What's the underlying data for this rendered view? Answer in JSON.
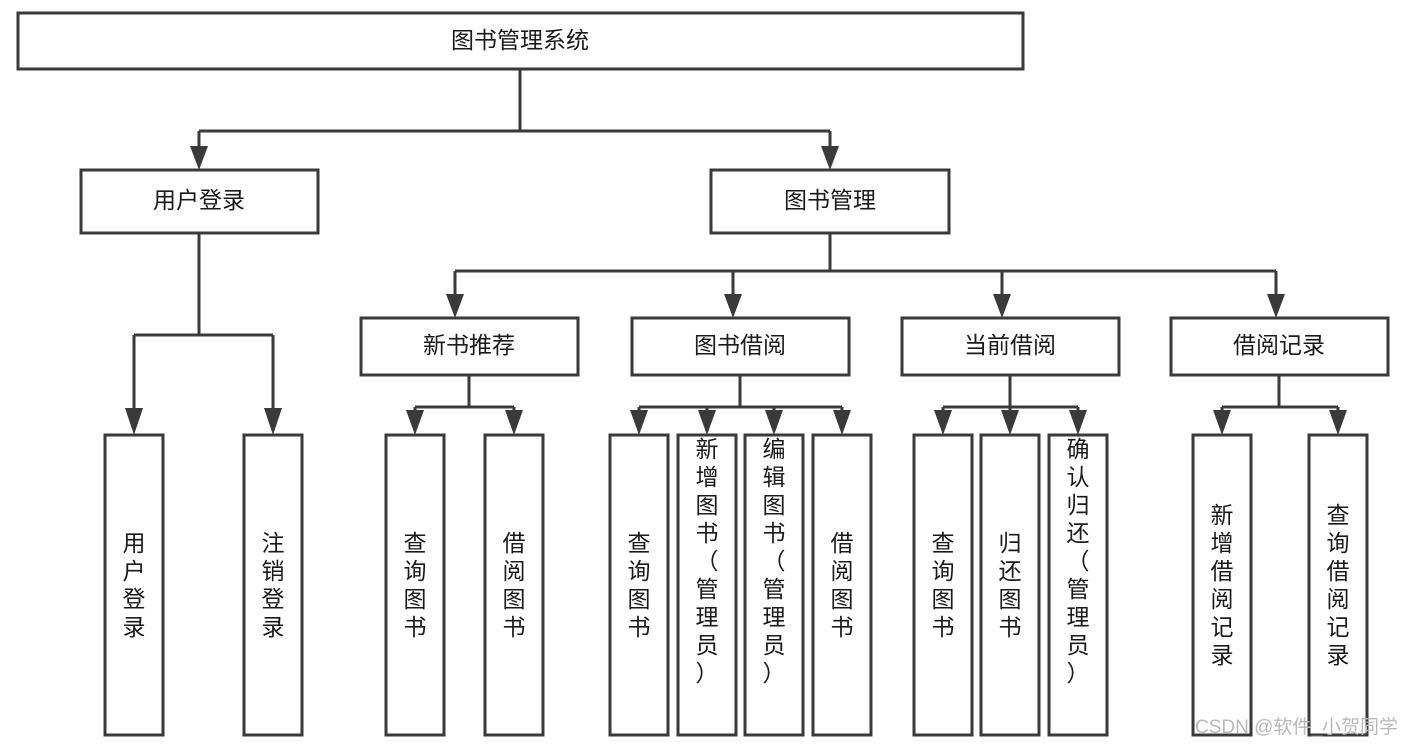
{
  "diagram": {
    "type": "tree-hierarchy-flowchart",
    "title_node": "图书管理系统",
    "orientation": "top-down",
    "stroke_color": "#3a3a3a",
    "fill_color": "#ffffff",
    "text_color": "#1a1a1a",
    "background_color": "#ffffff",
    "levels": [
      {
        "level": 1,
        "nodes": [
          {
            "id": "root",
            "label": "图书管理系统",
            "orientation": "horizontal"
          }
        ]
      },
      {
        "level": 2,
        "nodes": [
          {
            "id": "login",
            "label": "用户登录",
            "orientation": "horizontal",
            "parent": "root"
          },
          {
            "id": "bookmgmt",
            "label": "图书管理",
            "orientation": "horizontal",
            "parent": "root"
          }
        ]
      },
      {
        "level": 3,
        "nodes": [
          {
            "id": "newbook",
            "label": "新书推荐",
            "orientation": "horizontal",
            "parent": "bookmgmt"
          },
          {
            "id": "borrow",
            "label": "图书借阅",
            "orientation": "horizontal",
            "parent": "bookmgmt"
          },
          {
            "id": "current",
            "label": "当前借阅",
            "orientation": "horizontal",
            "parent": "bookmgmt"
          },
          {
            "id": "records",
            "label": "借阅记录",
            "orientation": "horizontal",
            "parent": "bookmgmt"
          }
        ]
      },
      {
        "level": 4,
        "nodes": [
          {
            "id": "leaf-login-1",
            "label": "用户登录",
            "orientation": "vertical",
            "parent": "login",
            "align": "middle"
          },
          {
            "id": "leaf-login-2",
            "label": "注销登录",
            "orientation": "vertical",
            "parent": "login",
            "align": "middle"
          },
          {
            "id": "leaf-new-1",
            "label": "查询图书",
            "orientation": "vertical",
            "parent": "newbook",
            "align": "middle"
          },
          {
            "id": "leaf-new-2",
            "label": "借阅图书",
            "orientation": "vertical",
            "parent": "newbook",
            "align": "middle"
          },
          {
            "id": "leaf-borrow-1",
            "label": "查询图书",
            "orientation": "vertical",
            "parent": "borrow",
            "align": "middle"
          },
          {
            "id": "leaf-borrow-2",
            "label": "新增图书（管理员）",
            "orientation": "vertical",
            "parent": "borrow",
            "align": "top"
          },
          {
            "id": "leaf-borrow-3",
            "label": "编辑图书（管理员）",
            "orientation": "vertical",
            "parent": "borrow",
            "align": "top"
          },
          {
            "id": "leaf-borrow-4",
            "label": "借阅图书",
            "orientation": "vertical",
            "parent": "borrow",
            "align": "middle"
          },
          {
            "id": "leaf-current-1",
            "label": "查询图书",
            "orientation": "vertical",
            "parent": "current",
            "align": "middle"
          },
          {
            "id": "leaf-current-2",
            "label": "归还图书",
            "orientation": "vertical",
            "parent": "current",
            "align": "middle"
          },
          {
            "id": "leaf-current-3",
            "label": "确认归还（管理员）",
            "orientation": "vertical",
            "parent": "current",
            "align": "top"
          },
          {
            "id": "leaf-records-1",
            "label": "新增借阅记录",
            "orientation": "vertical",
            "parent": "records",
            "align": "middle"
          },
          {
            "id": "leaf-records-2",
            "label": "查询借阅记录",
            "orientation": "vertical",
            "parent": "records",
            "align": "middle"
          }
        ]
      }
    ]
  },
  "watermark": {
    "text": "CSDN @软件_小贺同学",
    "color": "#b9b9b9"
  }
}
